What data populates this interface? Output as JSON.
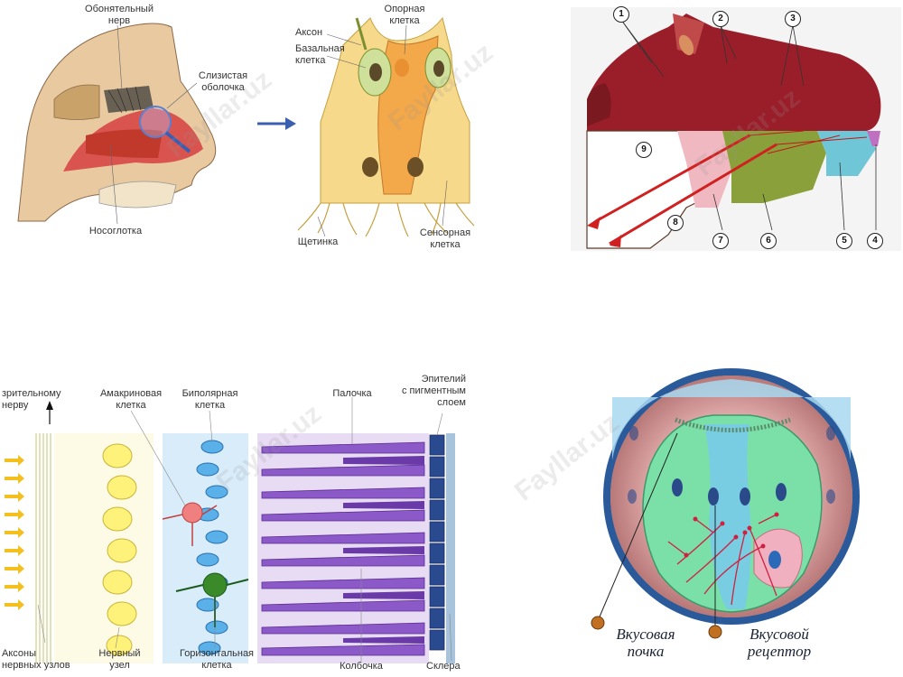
{
  "olfactory": {
    "nerve": "Обонятельный\nнерв",
    "mucosa": "Слизистая\nоболочка",
    "nasopharynx": "Носоглотка",
    "axon": "Аксон",
    "basal_cell": "Базальная\nклетка",
    "support_cell": "Опорная\nклетка",
    "bristle": "Щетинка",
    "sensory_cell": "Сенсорная\nклетка"
  },
  "tongue": {
    "numbers": [
      "1",
      "2",
      "3",
      "4",
      "5",
      "6",
      "7",
      "8",
      "9"
    ]
  },
  "retina": {
    "to_nerve": "зрительному\nнерву",
    "amacrine": "Амакриновая\nклетка",
    "bipolar": "Биполярная\nклетка",
    "rod": "Палочка",
    "epithelium": "Эпителий\nс пигментным\nслоем",
    "axons": "Аксоны\nнервных узлов",
    "ganglion": "Нервный\nузел",
    "horizontal": "Горизонтальная\nклетка",
    "cone": "Колбочка",
    "sclera": "Склера"
  },
  "taste": {
    "bud": "Вкусовая\nпочка",
    "receptor": "Вкусовой\nрецептор"
  },
  "watermark": "Fayllar.uz"
}
